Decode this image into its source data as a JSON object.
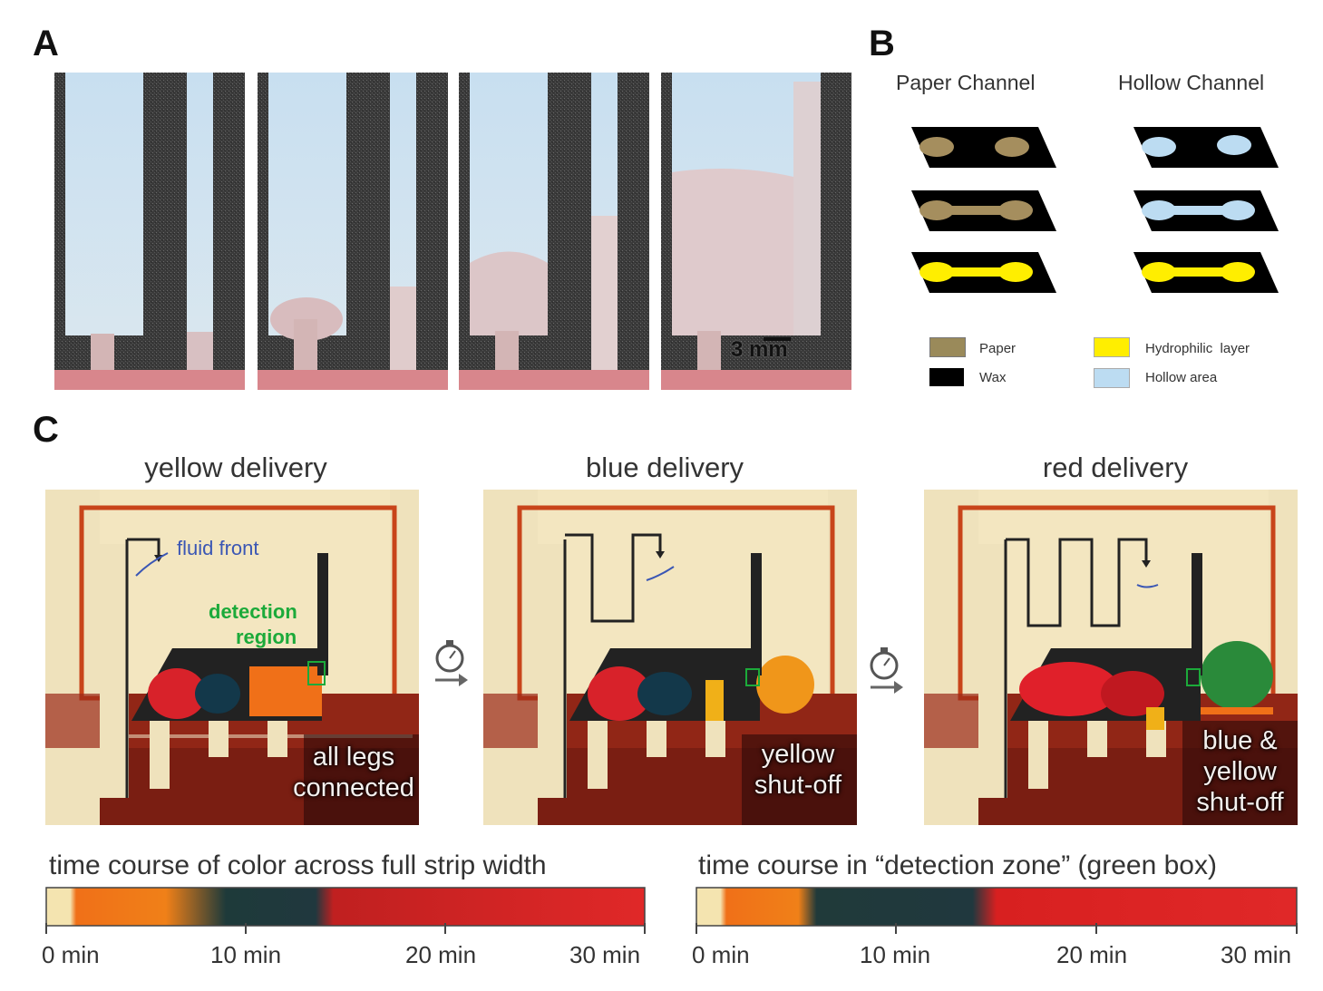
{
  "panels": {
    "a": {
      "letter": "A",
      "scale_bar_label": "3 mm"
    },
    "b": {
      "letter": "B",
      "columns": [
        "Paper Channel",
        "Hollow Channel"
      ],
      "legend": [
        {
          "label": "Paper",
          "color": "#9a8a5a"
        },
        {
          "label": "Wax",
          "color": "#000000"
        },
        {
          "label": "Hydrophilic  layer",
          "color": "#ffee00"
        },
        {
          "label": "Hollow area",
          "color": "#bcdcf2"
        }
      ]
    },
    "c": {
      "letter": "C",
      "stages": [
        {
          "title": "yellow delivery",
          "annotation_front": "fluid front",
          "annotation_detection": "detection\nregion",
          "caption": "all legs\nconnected"
        },
        {
          "title": "blue delivery",
          "caption": "yellow\nshut-off"
        },
        {
          "title": "red delivery",
          "caption": "blue &\nyellow\nshut-off"
        }
      ],
      "timer_icon": "stopwatch-icon",
      "arrow_icon": "right-arrow-icon"
    }
  },
  "time_courses": [
    {
      "title": "time course of color across full strip width",
      "ticks": [
        "0 min",
        "10 min",
        "20 min",
        "30 min"
      ]
    },
    {
      "title": "time course in “detection zone” (green box)",
      "ticks": [
        "0 min",
        "10 min",
        "20 min",
        "30 min"
      ]
    }
  ]
}
